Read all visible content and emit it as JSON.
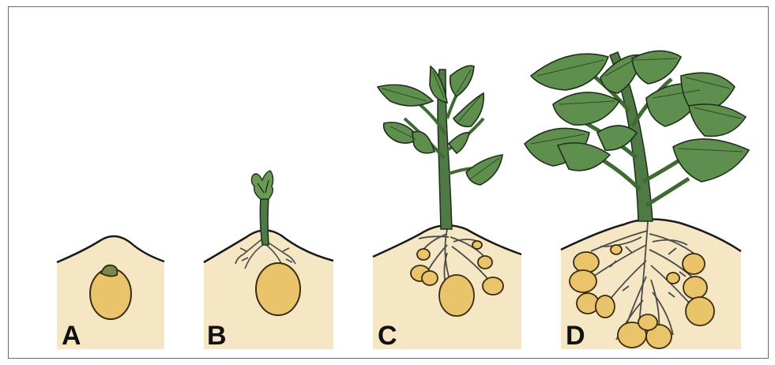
{
  "diagram": {
    "stages": [
      {
        "label": "A"
      },
      {
        "label": "B"
      },
      {
        "label": "C"
      },
      {
        "label": "D"
      }
    ],
    "colors": {
      "soil": "#f5e6c4",
      "tuber": "#eac46a",
      "tuber_outline": "#3a2a10",
      "leaf": "#5f8f4e",
      "leaf_dark": "#3f6a34",
      "stem": "#4f7a46",
      "root": "#4a4a4a"
    }
  }
}
